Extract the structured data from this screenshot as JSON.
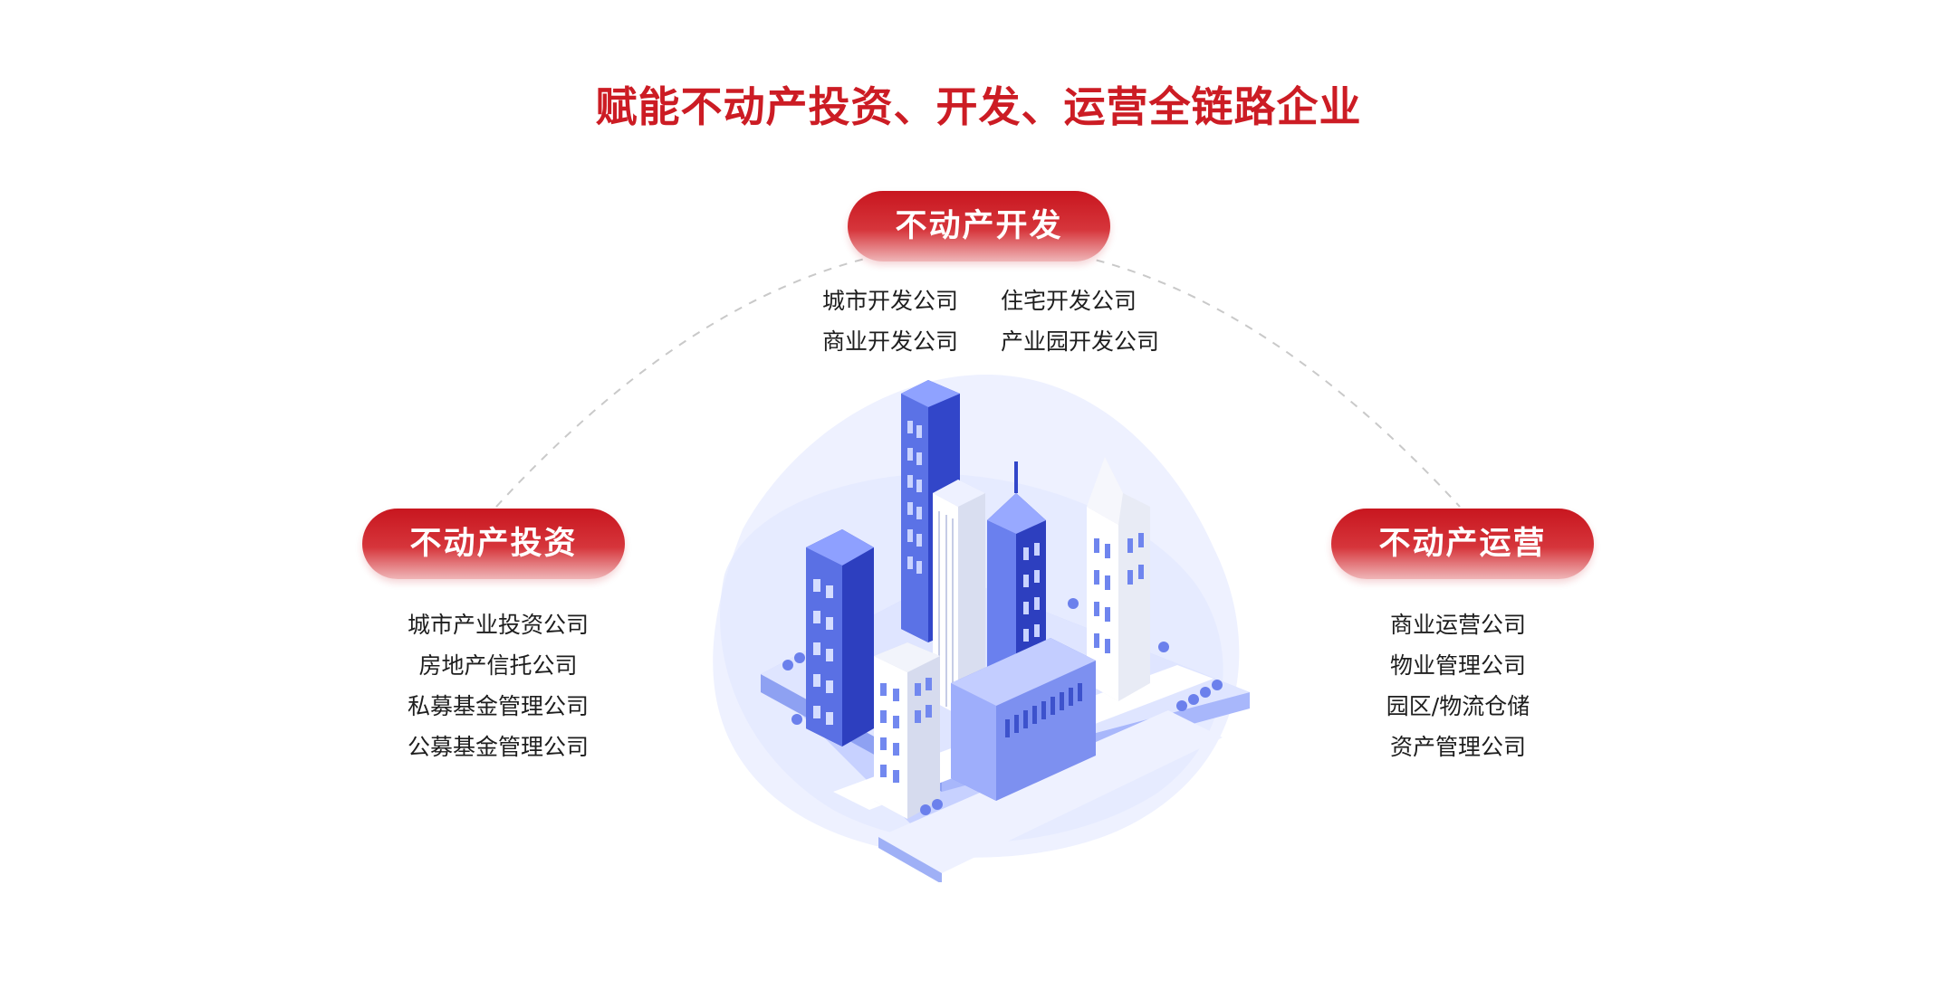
{
  "title": "赋能不动产投资、开发、运营全链路企业",
  "center": {
    "label": "不动产开发",
    "items": [
      "城市开发公司",
      "住宅开发公司",
      "商业开发公司",
      "产业园开发公司"
    ]
  },
  "left": {
    "label": "不动产投资",
    "items": [
      "城市产业投资公司",
      "房地产信托公司",
      "私募基金管理公司",
      "公募基金管理公司"
    ]
  },
  "right": {
    "label": "不动产运营",
    "items": [
      "商业运营公司",
      "物业管理公司",
      "园区/物流仓储",
      "资产管理公司"
    ]
  },
  "colors": {
    "accent": "#cc1c24",
    "building_blue": "#2f44c8",
    "light_blue": "#dfe5ff"
  }
}
